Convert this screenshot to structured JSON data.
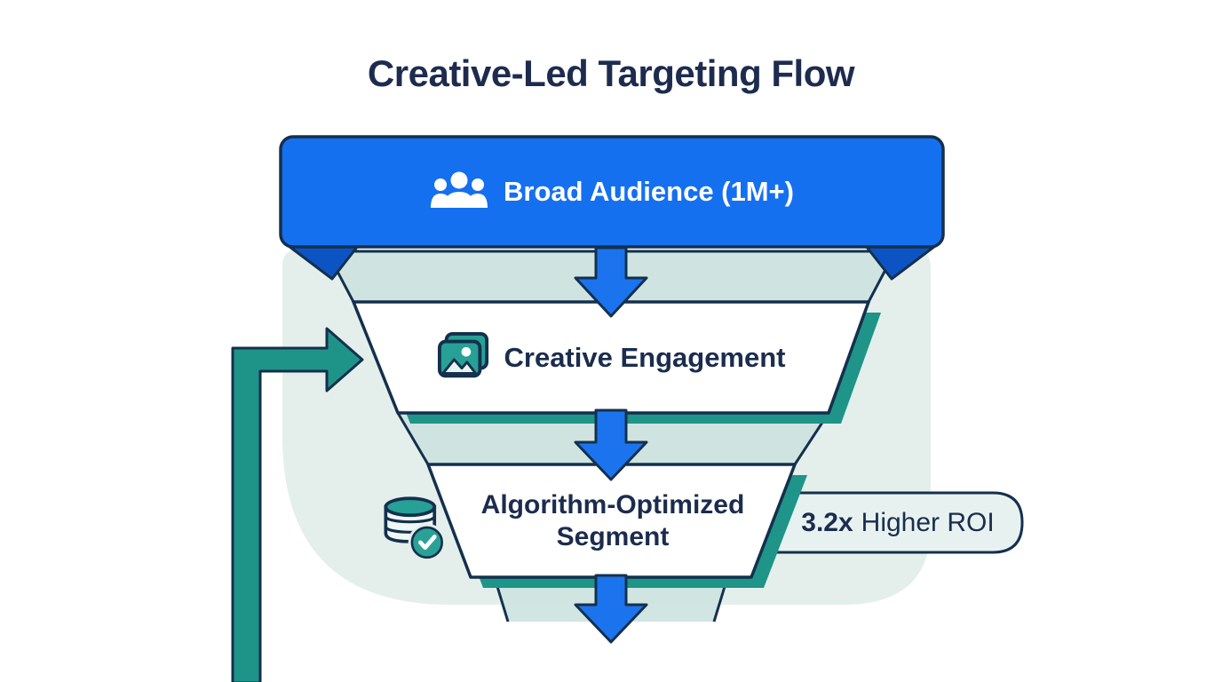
{
  "title": "Creative-Led Targeting Flow",
  "funnel": {
    "stages": [
      {
        "label": "Broad Audience (1M+)",
        "icon": "users-icon"
      },
      {
        "label": "Creative Engagement",
        "icon": "image-icon"
      },
      {
        "label": "Algorithm-Optimized Segment",
        "icon": "database-check-icon"
      }
    ]
  },
  "callout": {
    "value": "3.2x",
    "label": "Higher ROI"
  },
  "colors": {
    "primary_blue": "#1470ee",
    "fold_blue": "#0c54c4",
    "arrow_blue": "#1b74ee",
    "navy_outline": "#14304d",
    "text_navy": "#1b2c4e",
    "teal_accent": "#1e9488",
    "icon_teal": "#27a096",
    "light_teal_funnel": "#cfe4e1",
    "mint_background": "#e4efec",
    "pill_background": "#e7f2f0",
    "white": "#ffffff"
  }
}
